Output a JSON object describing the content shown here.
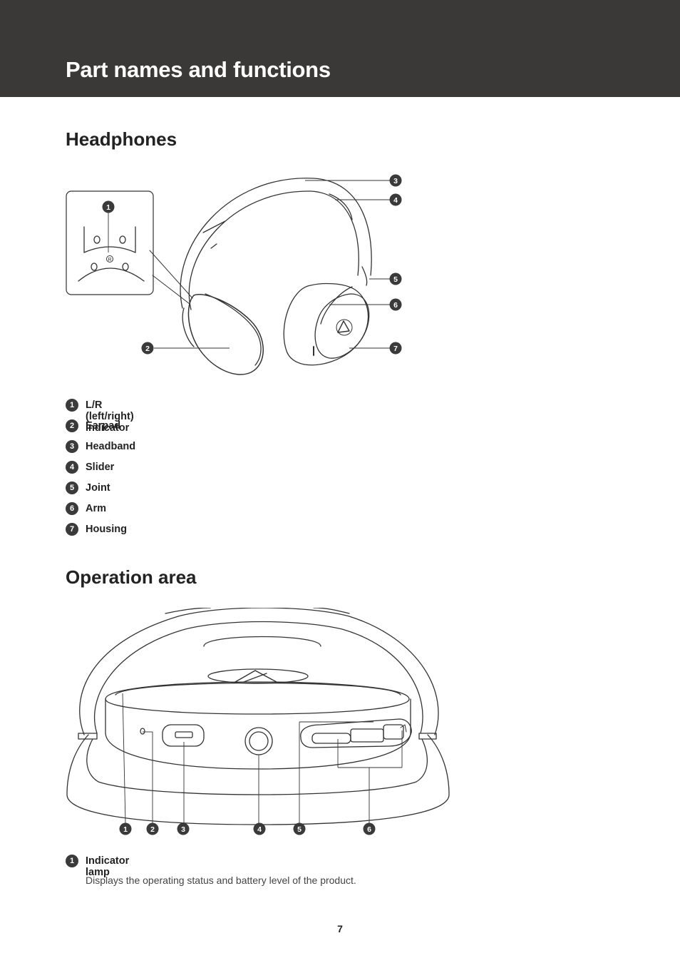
{
  "page": {
    "title": "Part names and functions",
    "number": "7"
  },
  "headphones": {
    "heading": "Headphones",
    "figure": {
      "callouts": [
        "1",
        "2",
        "3",
        "4",
        "5",
        "6",
        "7"
      ],
      "inset_mark": "R"
    },
    "items": [
      {
        "num": "1",
        "label": "L/R (left/right) indicator"
      },
      {
        "num": "2",
        "label": "Earpad"
      },
      {
        "num": "3",
        "label": "Headband"
      },
      {
        "num": "4",
        "label": "Slider"
      },
      {
        "num": "5",
        "label": "Joint"
      },
      {
        "num": "6",
        "label": "Arm"
      },
      {
        "num": "7",
        "label": "Housing"
      }
    ]
  },
  "operation": {
    "heading": "Operation area",
    "figure": {
      "callouts": [
        "1",
        "2",
        "3",
        "4",
        "5",
        "6"
      ]
    },
    "items": [
      {
        "num": "1",
        "label": "Indicator lamp",
        "desc": "Displays the operating status and battery level of the product."
      }
    ]
  }
}
